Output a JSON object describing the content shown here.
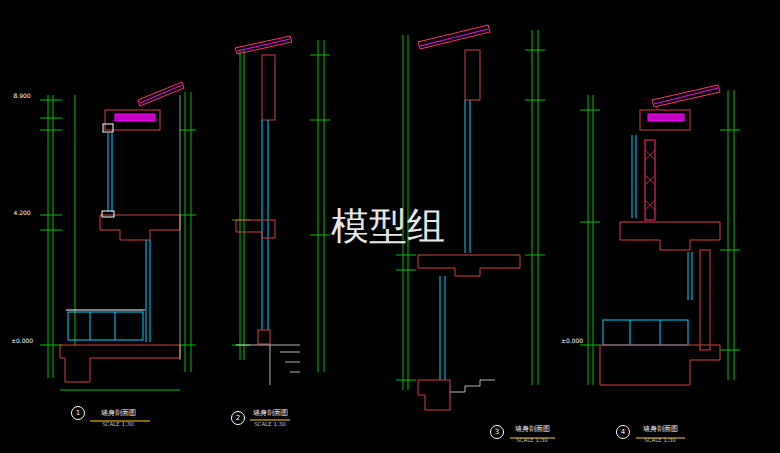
{
  "diagram": {
    "nodes": [
      {
        "text": [
          "1"
        ]
      },
      {
        "text": [
          "2"
        ]
      },
      {
        "text": [
          "3"
        ]
      },
      {
        "text": [
          "4"
        ]
      }
    ],
    "edges": [],
    "labels": [
      "模型组",
      "墙身剖面图",
      "SCALE 1:30",
      "墙身剖面图",
      "SCALE 1:30",
      "墙身剖面图",
      "SCALE 1:30",
      "墙身剖面图",
      "SCALE 1:30",
      "8.900",
      "4.200",
      "±0.000",
      "±0.000"
    ]
  }
}
